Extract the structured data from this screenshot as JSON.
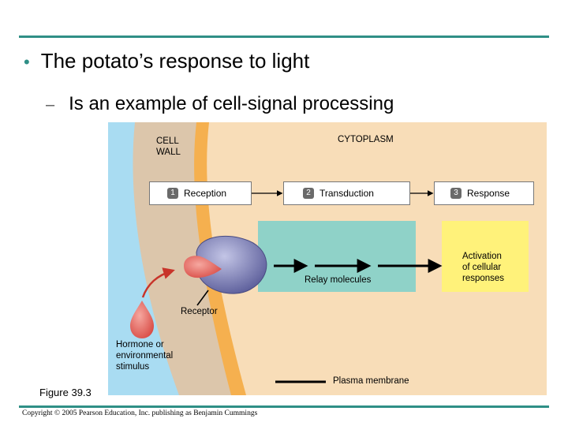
{
  "slide": {
    "title": "The potato’s response to light",
    "subtitle": "Is an example of cell-signal processing",
    "bullet": "•",
    "dash": "–",
    "figure_label": "Figure 39.3",
    "copyright": "Copyright © 2005 Pearson Education, Inc. publishing as Benjamin Cummings"
  },
  "diagram": {
    "cell_wall": "CELL\nWALL",
    "cytoplasm": "CYTOPLASM",
    "steps": [
      {
        "num": "1",
        "label": "Reception"
      },
      {
        "num": "2",
        "label": "Transduction"
      },
      {
        "num": "3",
        "label": "Response"
      }
    ],
    "relay_molecules": "Relay molecules",
    "activation": "Activation\nof cellular\nresponses",
    "receptor": "Receptor",
    "hormone": "Hormone or\nenvironmental\nstimulus",
    "plasma_membrane": "Plasma membrane"
  },
  "colors": {
    "accent": "#2f8f86",
    "extracellular": "#a9dcf2",
    "cell_wall": "#dcc6ab",
    "membrane": "#f5b04f",
    "cytoplasm": "#f8ddb8",
    "relay_box": "#8fd2c8",
    "activation_box": "#fff27a",
    "receptor": "#7e80b8",
    "hormone": "#ec6f6f",
    "curve_arrow": "#c8342a"
  }
}
